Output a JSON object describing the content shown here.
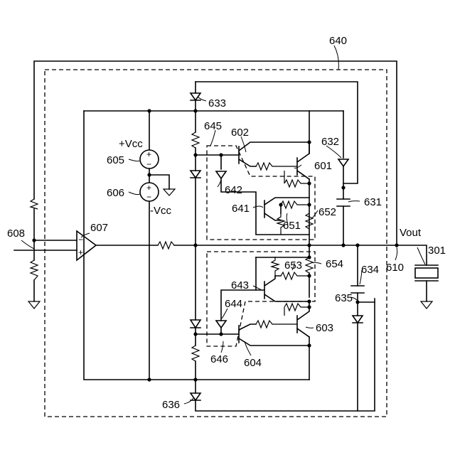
{
  "labels": {
    "l640": "640",
    "l633": "633",
    "l645": "645",
    "l602": "602",
    "l632": "632",
    "l601": "601",
    "l605": "605",
    "l642": "642",
    "l606": "606",
    "l631": "631",
    "l641": "641",
    "l652": "652",
    "l651": "651",
    "l608": "608",
    "l607": "607",
    "l653": "653",
    "l654": "654",
    "l634": "634",
    "l610": "610",
    "l301": "301",
    "l643": "643",
    "l644": "644",
    "l635": "635",
    "l603": "603",
    "l646": "646",
    "l604": "604",
    "l636": "636"
  },
  "supply": {
    "pos": "+Vcc",
    "neg": "-Vcc"
  },
  "output": {
    "vout": "Vout"
  },
  "signs": {
    "plus": "+",
    "minus": "−"
  }
}
